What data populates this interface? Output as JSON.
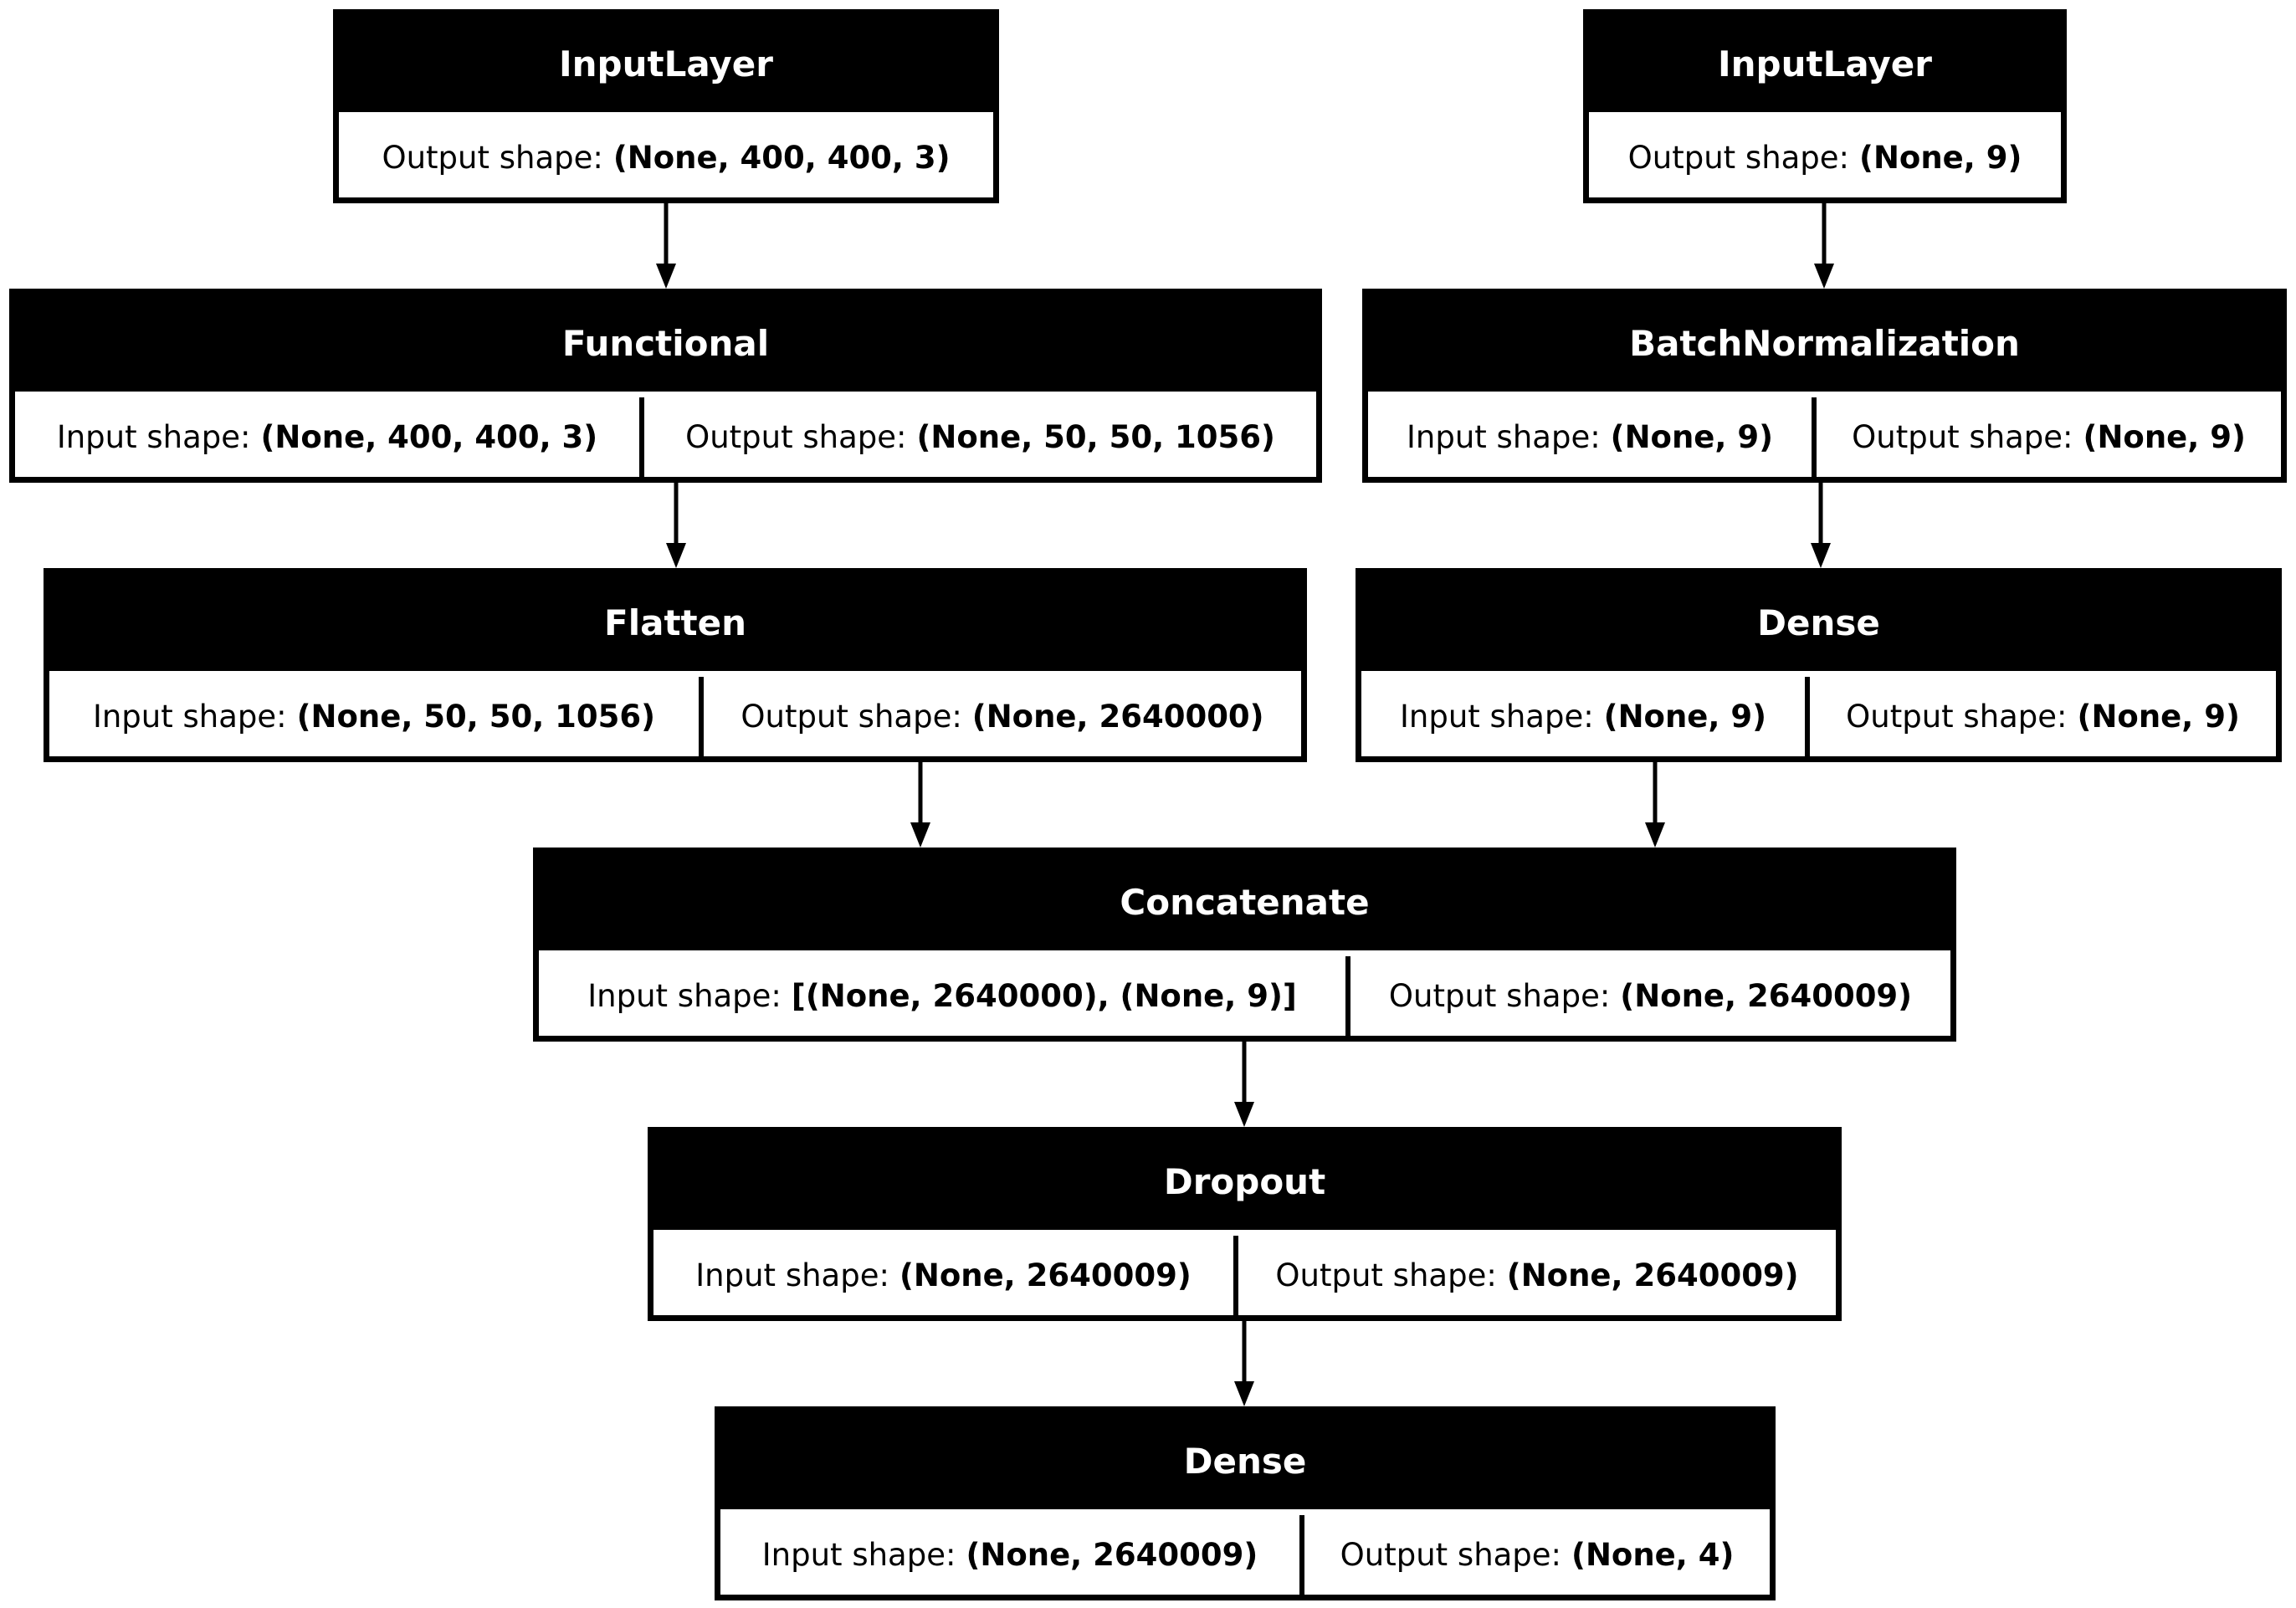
{
  "nodes": [
    {
      "id": "input-1",
      "title": "InputLayer",
      "input_label": "",
      "input_value": "",
      "output_label": "Output shape:",
      "output_value": "(None, 400, 400, 3)"
    },
    {
      "id": "input-2",
      "title": "InputLayer",
      "input_label": "",
      "input_value": "",
      "output_label": "Output shape:",
      "output_value": "(None, 9)"
    },
    {
      "id": "functional",
      "title": "Functional",
      "input_label": "Input shape:",
      "input_value": "(None, 400, 400, 3)",
      "output_label": "Output shape:",
      "output_value": "(None, 50, 50, 1056)"
    },
    {
      "id": "batchnorm",
      "title": "BatchNormalization",
      "input_label": "Input shape:",
      "input_value": "(None, 9)",
      "output_label": "Output shape:",
      "output_value": "(None, 9)"
    },
    {
      "id": "flatten",
      "title": "Flatten",
      "input_label": "Input shape:",
      "input_value": "(None, 50, 50, 1056)",
      "output_label": "Output shape:",
      "output_value": "(None, 2640000)"
    },
    {
      "id": "dense-1",
      "title": "Dense",
      "input_label": "Input shape:",
      "input_value": "(None, 9)",
      "output_label": "Output shape:",
      "output_value": "(None, 9)"
    },
    {
      "id": "concatenate",
      "title": "Concatenate",
      "input_label": "Input shape:",
      "input_value": "[(None, 2640000), (None, 9)]",
      "output_label": "Output shape:",
      "output_value": "(None, 2640009)"
    },
    {
      "id": "dropout",
      "title": "Dropout",
      "input_label": "Input shape:",
      "input_value": "(None, 2640009)",
      "output_label": "Output shape:",
      "output_value": "(None, 2640009)"
    },
    {
      "id": "dense-2",
      "title": "Dense",
      "input_label": "Input shape:",
      "input_value": "(None, 2640009)",
      "output_label": "Output shape:",
      "output_value": "(None, 4)"
    }
  ],
  "edges": [
    {
      "from": "input-1",
      "to": "functional"
    },
    {
      "from": "input-2",
      "to": "batchnorm"
    },
    {
      "from": "functional",
      "to": "flatten"
    },
    {
      "from": "batchnorm",
      "to": "dense-1"
    },
    {
      "from": "flatten",
      "to": "concatenate"
    },
    {
      "from": "dense-1",
      "to": "concatenate"
    },
    {
      "from": "concatenate",
      "to": "dropout"
    },
    {
      "from": "dropout",
      "to": "dense-2"
    }
  ]
}
